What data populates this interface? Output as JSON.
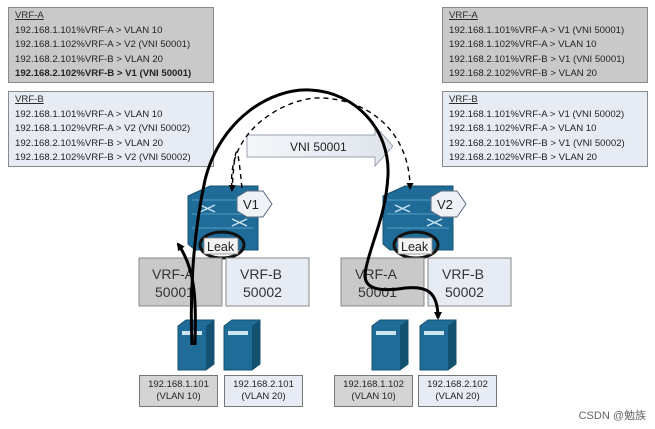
{
  "tables": {
    "left_a": {
      "header": "VRF-A",
      "rows": [
        {
          "text": "192.168.1.101%VRF-A > VLAN 10",
          "bold": false
        },
        {
          "text": "192.168.1.102%VRF-A > V2 (VNI 50001)",
          "bold": false
        },
        {
          "text": "192.168.2.101%VRF-B > VLAN 20",
          "bold": false
        },
        {
          "text": "192.168.2.102%VRF-B > V1 (VNI 50001)",
          "bold": true
        }
      ]
    },
    "left_b": {
      "header": "VRF-B",
      "rows": [
        {
          "text": "192.168.1.101%VRF-A > VLAN 10",
          "bold": false
        },
        {
          "text": "192.168.1.102%VRF-A > V2 (VNI 50002)",
          "bold": false
        },
        {
          "text": "192.168.2.101%VRF-B > VLAN 20",
          "bold": false
        },
        {
          "text": "192.168.2.102%VRF-B > V2 (VNI 50002)",
          "bold": false
        }
      ]
    },
    "right_a": {
      "header": "VRF-A",
      "rows": [
        {
          "text": "192.168.1.101%VRF-A > V1 (VNI 50001)",
          "bold": false
        },
        {
          "text": "192.168.1.102%VRF-A > VLAN 10",
          "bold": false
        },
        {
          "text": "192.168.2.101%VRF-B > V1 (VNI 50001)",
          "bold": false
        },
        {
          "text": "192.168.2.102%VRF-B > VLAN 20",
          "bold": false
        }
      ]
    },
    "right_b": {
      "header": "VRF-B",
      "rows": [
        {
          "text": "192.168.1.101%VRF-A > V1 (VNI 50002)",
          "bold": false
        },
        {
          "text": "192.168.1.102%VRF-A > VLAN 10",
          "bold": false
        },
        {
          "text": "192.168.2.101%VRF-B > V1 (VNI 50002)",
          "bold": false
        },
        {
          "text": "192.168.2.102%VRF-B > VLAN 20",
          "bold": false
        }
      ]
    }
  },
  "tunnel": {
    "label": "VNI 50001"
  },
  "vteps": {
    "v1": {
      "name": "V1",
      "leak": "Leak",
      "vrf_a": {
        "name": "VRF-A",
        "vni": "50001"
      },
      "vrf_b": {
        "name": "VRF-B",
        "vni": "50002"
      }
    },
    "v2": {
      "name": "V2",
      "leak": "Leak",
      "vrf_a": {
        "name": "VRF-A",
        "vni": "50001"
      },
      "vrf_b": {
        "name": "VRF-B",
        "vni": "50002"
      }
    }
  },
  "hosts": {
    "h1": {
      "ip": "192.168.1.101",
      "vlan": "(VLAN 10)"
    },
    "h2": {
      "ip": "192.168.2.101",
      "vlan": "(VLAN 20)"
    },
    "h3": {
      "ip": "192.168.1.102",
      "vlan": "(VLAN 10)"
    },
    "h4": {
      "ip": "192.168.2.102",
      "vlan": "(VLAN 20)"
    }
  },
  "watermark": "CSDN @勉族",
  "colors": {
    "switch_blue": "#1f6c99",
    "gray_fill": "#c9c9c9",
    "light_fill": "#e7ebf3",
    "path_line": "#000000"
  }
}
